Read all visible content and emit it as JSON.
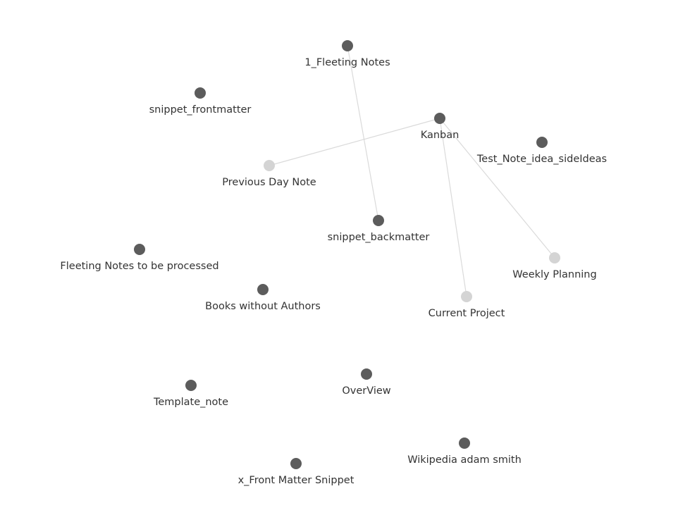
{
  "graph": {
    "colors": {
      "resolved_node": "#5c5c5c",
      "unresolved_node": "#d4d4d4",
      "edge": "#dadada",
      "label": "#333333"
    },
    "nodes": [
      {
        "id": "fleeting-notes",
        "label": "1_Fleeting Notes",
        "resolved": true
      },
      {
        "id": "snippet-frontmatter",
        "label": "snippet_frontmatter",
        "resolved": true
      },
      {
        "id": "kanban",
        "label": "Kanban",
        "resolved": true
      },
      {
        "id": "test-note-idea-sideideas",
        "label": "Test_Note_idea_sideIdeas",
        "resolved": true
      },
      {
        "id": "previous-day-note",
        "label": "Previous Day Note",
        "resolved": false
      },
      {
        "id": "snippet-backmatter",
        "label": "snippet_backmatter",
        "resolved": true
      },
      {
        "id": "fleeting-notes-to-be-processed",
        "label": "Fleeting Notes to be processed",
        "resolved": true
      },
      {
        "id": "weekly-planning",
        "label": "Weekly Planning",
        "resolved": false
      },
      {
        "id": "books-without-authors",
        "label": "Books without Authors",
        "resolved": true
      },
      {
        "id": "current-project",
        "label": "Current Project",
        "resolved": false
      },
      {
        "id": "overview",
        "label": "OverView",
        "resolved": true
      },
      {
        "id": "template-note",
        "label": "Template_note",
        "resolved": true
      },
      {
        "id": "wikipedia-adam-smith",
        "label": "Wikipedia adam smith",
        "resolved": true
      },
      {
        "id": "x-front-matter-snippet",
        "label": "x_Front Matter Snippet",
        "resolved": true
      }
    ],
    "edges": [
      {
        "source": "fleeting-notes",
        "target": "snippet-backmatter"
      },
      {
        "source": "kanban",
        "target": "previous-day-note"
      },
      {
        "source": "kanban",
        "target": "current-project"
      },
      {
        "source": "kanban",
        "target": "weekly-planning"
      }
    ]
  }
}
